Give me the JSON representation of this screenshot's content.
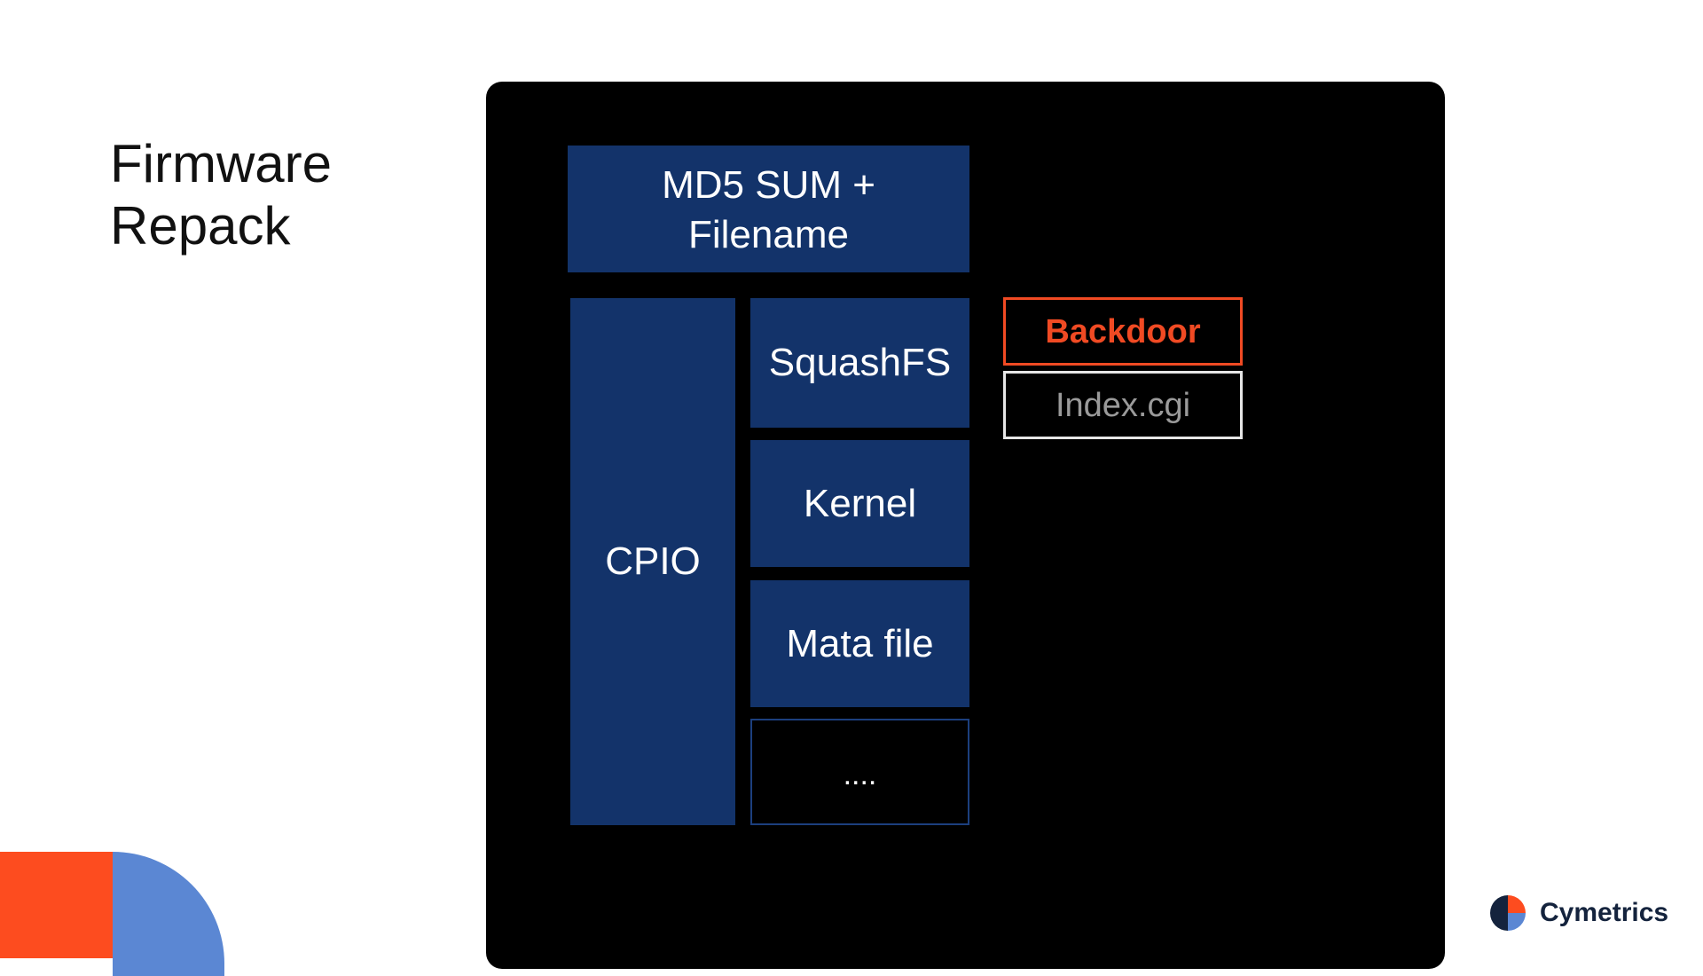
{
  "title": {
    "line1": "Firmware",
    "line2": "Repack"
  },
  "diagram": {
    "header_block": {
      "line1": "MD5 SUM +",
      "line2": "Filename"
    },
    "cpio_block": "CPIO",
    "squashfs_block": "SquashFS",
    "kernel_block": "Kernel",
    "meta_block": "Mata file",
    "more_block": "....",
    "backdoor_block": "Backdoor",
    "index_block": "Index.cgi"
  },
  "brand": {
    "name": "Cymetrics",
    "icon": "cymetrics-logo-icon"
  },
  "colors": {
    "panel": "#000000",
    "block_navy": "#13336a",
    "accent_orange": "#f04a23",
    "deco_red": "#fd4c1f",
    "deco_blue": "#5b87d3"
  }
}
